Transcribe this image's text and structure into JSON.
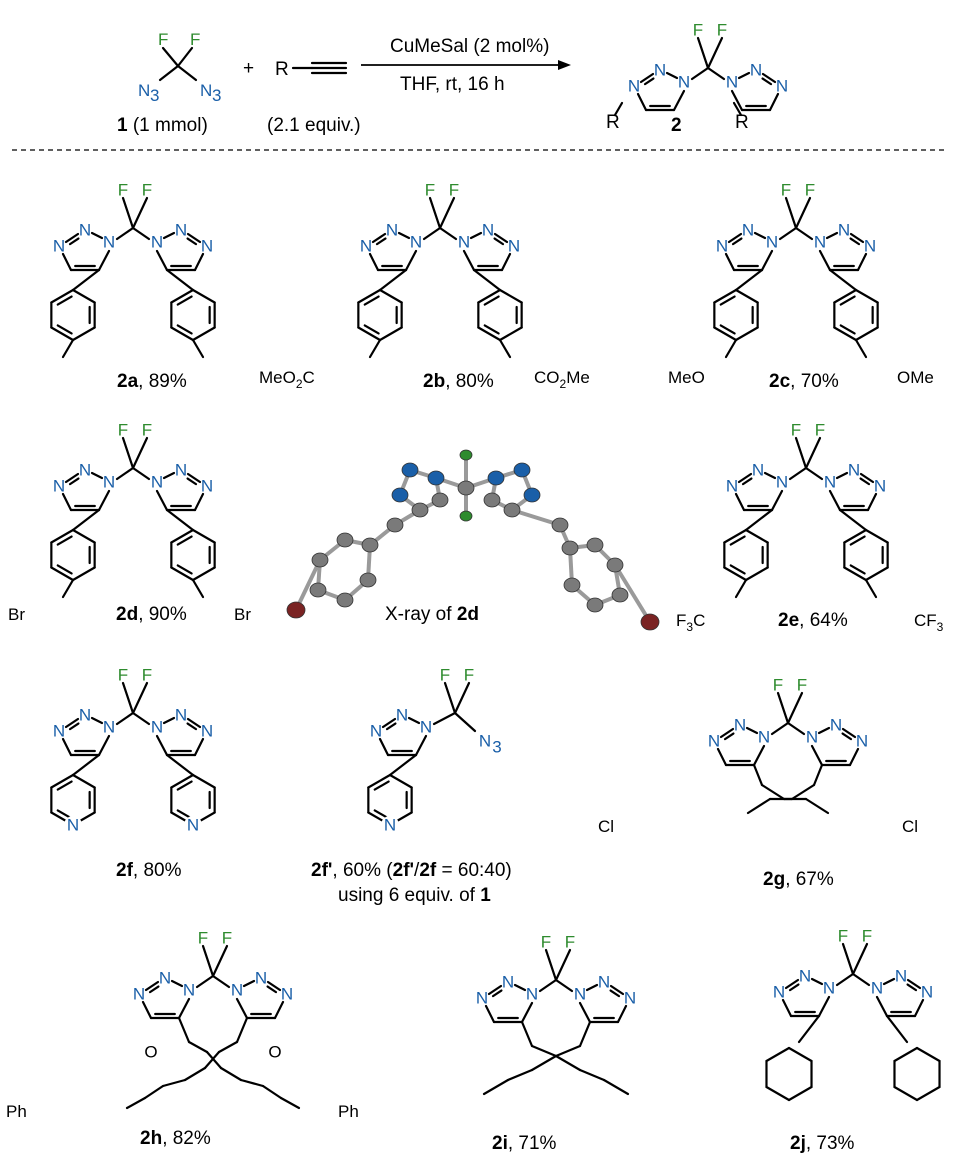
{
  "header": {
    "reagent1_num": "1",
    "reagent1_amount": " (1 mmol)",
    "plus": "+",
    "alkyne_r": "R",
    "alkyne_equiv": "(2.1 equiv.)",
    "conditions_top": "CuMeSal (2 mol%)",
    "conditions_bottom": "THF, rt, 16 h",
    "product_num": "2",
    "r_label": "R"
  },
  "atoms": {
    "F": "F",
    "N": "N",
    "N3": "N3",
    "N3_sub": "3"
  },
  "compounds": [
    {
      "id": "2a",
      "yield": ", 89%"
    },
    {
      "id": "2b",
      "yield": ", 80%",
      "group_left": "MeO2C",
      "group_right": "CO2Me"
    },
    {
      "id": "2c",
      "yield": ", 70%",
      "group_left": "MeO",
      "group_right": "OMe"
    },
    {
      "id": "2d",
      "yield": ", 90%",
      "group_left": "Br",
      "group_right": "Br"
    },
    {
      "id": "2e",
      "yield": ", 64%",
      "group_left": "F3C",
      "group_right": "CF3"
    },
    {
      "id": "2f",
      "yield": ", 80%"
    },
    {
      "id": "2f'",
      "yield": ", 60% (",
      "ratio_a": "2f'",
      "ratio_sep": "/",
      "ratio_b": "2f",
      "ratio_val": " = 60:40)",
      "note": "using 6 equiv. of ",
      "note_ref": "1"
    },
    {
      "id": "2g",
      "yield": ", 67%",
      "group_left": "Cl",
      "group_right": "Cl"
    },
    {
      "id": "2h",
      "yield": ", 82%",
      "group_left": "Ph",
      "group_right": "Ph"
    },
    {
      "id": "2i",
      "yield": ", 71%"
    },
    {
      "id": "2j",
      "yield": ", 73%"
    }
  ],
  "xray": {
    "caption": "X-ray of ",
    "ref": "2d"
  },
  "colors": {
    "nitrogen": "#1a5fa8",
    "fluorine": "#2e8b2e",
    "bond": "#000000",
    "carbon_ball": "#7a7a7a",
    "bromine_ball": "#7a2323"
  }
}
